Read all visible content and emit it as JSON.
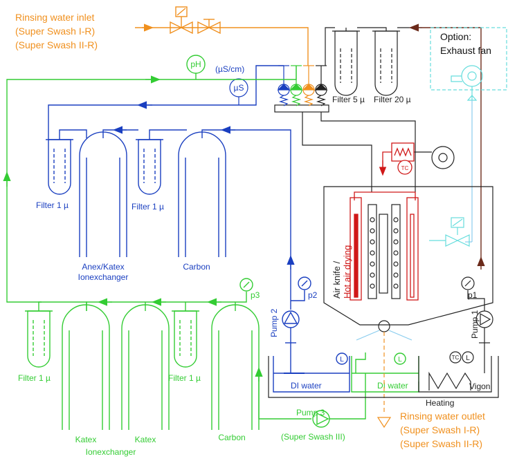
{
  "colors": {
    "orange": "#f0901e",
    "blue": "#1a3fc0",
    "green": "#33cc33",
    "red": "#d01818",
    "dark": "#222222",
    "brown": "#6b2a1a",
    "cyan": "#66dddd",
    "gray": "#888888",
    "lightblue": "#88ccee"
  },
  "inlet": {
    "title": "Rinsing water inlet",
    "line1": "(Super Swash I-R)",
    "line2": "(Super Swash II-R)"
  },
  "outlet": {
    "title": "Rinsing water outlet",
    "line1": "(Super Swash I-R)",
    "line2": "(Super Swash II-R)"
  },
  "option": {
    "line1": "Option:",
    "line2": "Exhaust fan"
  },
  "sensors": {
    "ph": "pH",
    "conductivity_unit": "(µS/cm)",
    "conductivity": "µS",
    "tc": "TC",
    "level": "L"
  },
  "filters": {
    "f5": "Filter 5 µ",
    "f20": "Filter 20 µ",
    "blue_f1a": "Filter 1 µ",
    "blue_f1b": "Filter 1 µ",
    "green_f1a": "Filter 1 µ",
    "green_f1b": "Filter 1 µ"
  },
  "vessels": {
    "anex_line1": "Anex/Katex",
    "anex_line2": "Ionexchanger",
    "carbon_blue": "Carbon",
    "katex_a": "Katex",
    "katex_b": "Katex",
    "katex_label": "Ionexchanger",
    "carbon_green": "Carbon"
  },
  "pumps": {
    "pump1": "Pump 1",
    "pump2": "Pump 2",
    "pump3": "Pump 3",
    "pump3_sub": "(Super Swash III)"
  },
  "gauges": {
    "p1": "p1",
    "p2": "p2",
    "p3": "p3"
  },
  "chamber": {
    "label1": "Air knife /",
    "label2": "Hot air drying"
  },
  "tanks": {
    "di1": "DI water",
    "di2": "DI water",
    "vigon": "Vigon",
    "heating": "Heating"
  }
}
